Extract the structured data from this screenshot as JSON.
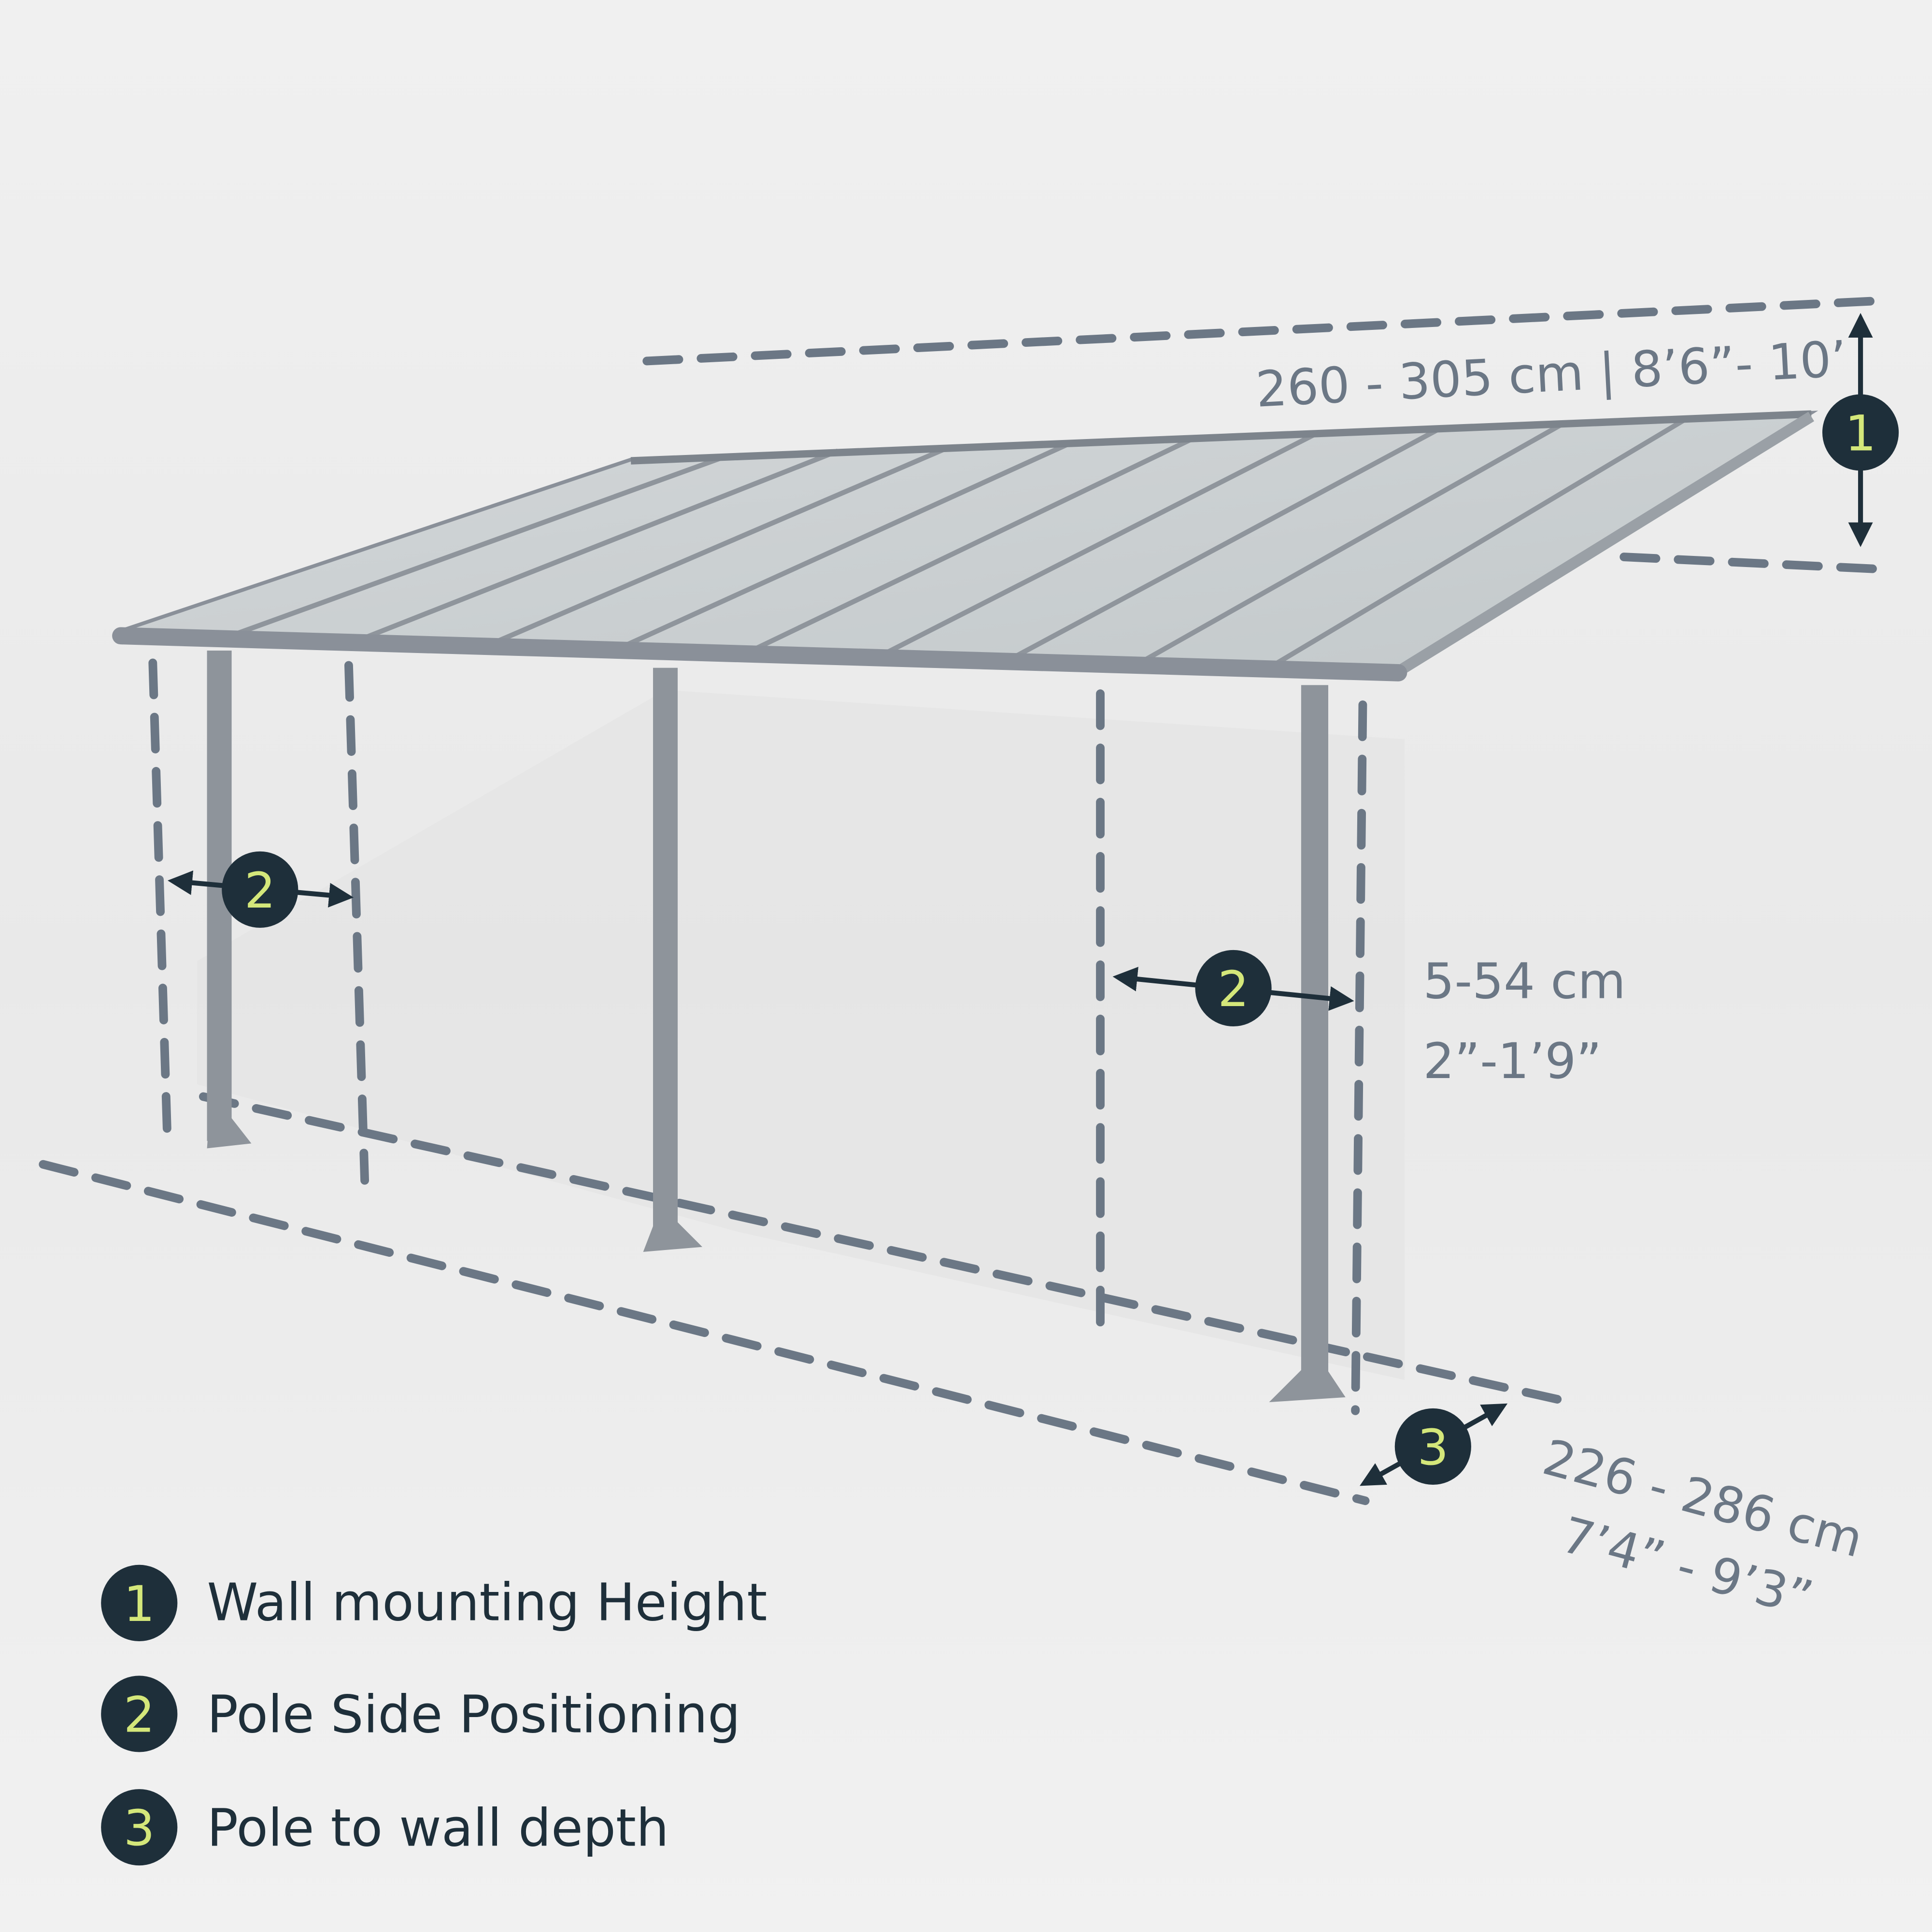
{
  "colors": {
    "dimension_line": "#6b7785",
    "badge": "#1e2f3a",
    "badge_number": "#d4e77a",
    "frame": "#8a9099",
    "legend_text": "#1e2f3a"
  },
  "dimensions": {
    "wall_height": "260 - 305 cm | 8’6”- 10’",
    "pole_side_cm": "5-54 cm",
    "pole_side_in": "2”-1’9”",
    "depth_cm": "226 - 286 cm",
    "depth_in": "7’4” - 9’3”"
  },
  "badges": {
    "one": "1",
    "two": "2",
    "three": "3"
  },
  "legend": [
    {
      "number": "1",
      "label": "Wall mounting Height"
    },
    {
      "number": "2",
      "label": "Pole Side Positioning"
    },
    {
      "number": "3",
      "label": "Pole to wall depth"
    }
  ]
}
